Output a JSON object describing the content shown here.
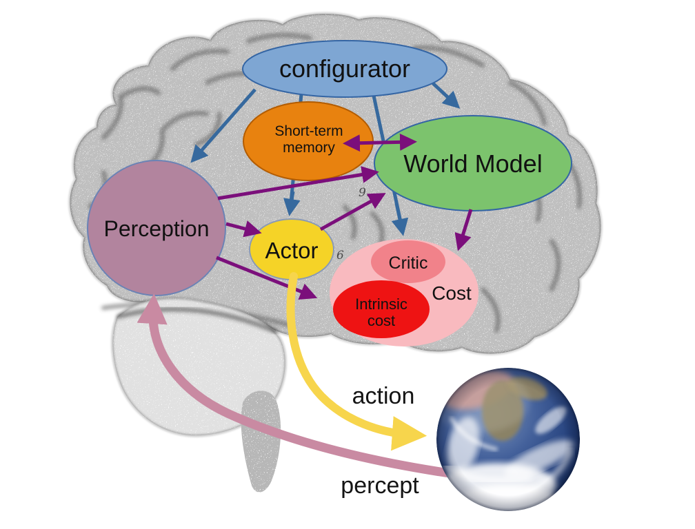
{
  "diagram": {
    "description": "Modular cognitive architecture diagram drawn over a stippled brain engraving with the Earth as the external world",
    "nodes": {
      "configurator": {
        "label": "configurator",
        "fill": "#7ea6d3",
        "border": "#3465a4"
      },
      "short_term_memory": {
        "lines": [
          "Short-term",
          "memory"
        ],
        "fill": "#e8820f",
        "border": "#b35c00"
      },
      "world_model": {
        "label": "World Model",
        "fill": "#7cc36d",
        "border": "#3465a4"
      },
      "perception": {
        "label": "Perception",
        "fill": "#b2849e",
        "border": "#6b83b5"
      },
      "actor": {
        "label": "Actor",
        "fill": "#f5d327",
        "border": "#8a9ab5"
      },
      "cost": {
        "label": "Cost",
        "fill": "#f9babf"
      },
      "critic": {
        "label": "Critic",
        "fill": "#f1828a"
      },
      "intrinsic_cost": {
        "lines": [
          "Intrinsic",
          "cost"
        ],
        "fill": "#ee1313"
      }
    },
    "edge_labels": {
      "action": "action",
      "percept": "percept"
    },
    "arrow_colors": {
      "configurator_arrows": "#36699e",
      "module_arrows": "#7b0f7b",
      "action_arrow": "#f7d54c",
      "percept_arrow": "#c98aa2"
    },
    "background_figure_numerals": {
      "nine": "9.",
      "six": "6"
    }
  }
}
